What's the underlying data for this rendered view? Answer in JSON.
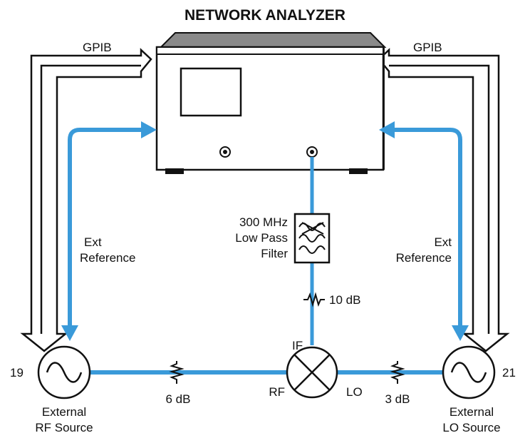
{
  "title": "NETWORK ANALYZER",
  "labels": {
    "gpib_left": "GPIB",
    "gpib_right": "GPIB",
    "ext_ref_left_1": "Ext",
    "ext_ref_left_2": "Reference",
    "ext_ref_right_1": "Ext",
    "ext_ref_right_2": "Reference",
    "filter_1": "300 MHz",
    "filter_2": "Low Pass",
    "filter_3": "Filter",
    "atten_if": "10 dB",
    "atten_rf": "6 dB",
    "atten_lo": "3 dB",
    "mixer_if": "IF",
    "mixer_rf": "RF",
    "mixer_lo": "LO",
    "rf_source_num": "19",
    "lo_source_num": "21",
    "rf_source_1": "External",
    "rf_source_2": "RF Source",
    "lo_source_1": "External",
    "lo_source_2": "LO Source"
  },
  "colors": {
    "cable": "#3a9ad9",
    "outline": "#111111",
    "panel_top": "#777777",
    "panel_side": "#222222"
  },
  "icons": {
    "mixer": "mixer-x-circle-icon",
    "source": "sine-wave-icon",
    "filter": "low-pass-filter-icon",
    "attenuator": "resistor-zigzag-icon"
  }
}
